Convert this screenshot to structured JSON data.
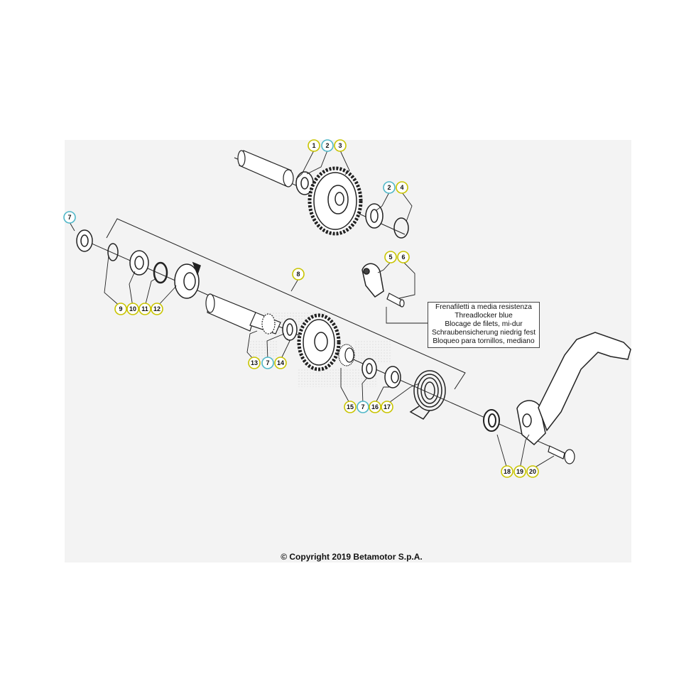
{
  "callouts": [
    {
      "label": "1",
      "type": "yellow"
    },
    {
      "label": "2",
      "type": "cyan"
    },
    {
      "label": "3",
      "type": "yellow"
    },
    {
      "label": "2",
      "type": "cyan"
    },
    {
      "label": "4",
      "type": "yellow"
    },
    {
      "label": "7",
      "type": "cyan"
    },
    {
      "label": "5",
      "type": "yellow"
    },
    {
      "label": "6",
      "type": "yellow"
    },
    {
      "label": "8",
      "type": "yellow"
    },
    {
      "label": "9",
      "type": "yellow"
    },
    {
      "label": "10",
      "type": "yellow"
    },
    {
      "label": "11",
      "type": "yellow"
    },
    {
      "label": "12",
      "type": "yellow"
    },
    {
      "label": "13",
      "type": "yellow"
    },
    {
      "label": "7",
      "type": "cyan"
    },
    {
      "label": "14",
      "type": "yellow"
    },
    {
      "label": "15",
      "type": "yellow"
    },
    {
      "label": "7",
      "type": "cyan"
    },
    {
      "label": "16",
      "type": "yellow"
    },
    {
      "label": "17",
      "type": "yellow"
    },
    {
      "label": "18",
      "type": "yellow"
    },
    {
      "label": "19",
      "type": "yellow"
    },
    {
      "label": "20",
      "type": "yellow"
    }
  ],
  "colors": {
    "yellow_ring": "#c8c400",
    "cyan_ring": "#4fb7c8",
    "line": "#222222"
  },
  "note": {
    "lines": [
      "Frenafiletti a media resistenza",
      "Threadlocker blue",
      "Blocage de filets, mi-dur",
      "Schraubensicherung niedrig fest",
      "Bloqueo para tornillos, mediano"
    ]
  },
  "copyright": "© Copyright 2019 Betamotor S.p.A."
}
